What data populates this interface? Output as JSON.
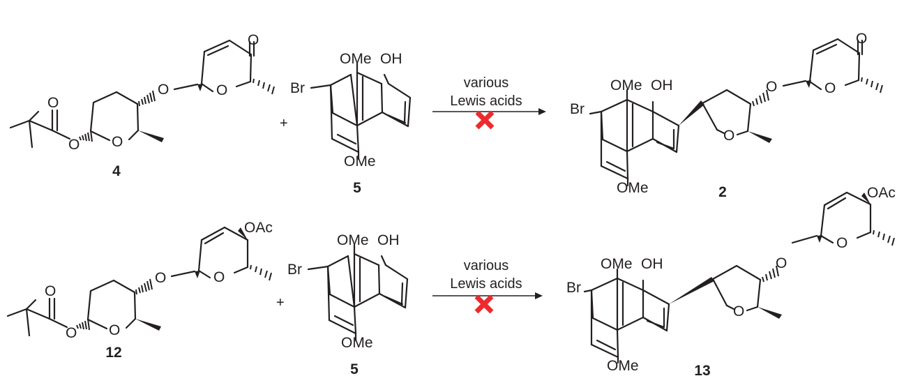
{
  "labels": {
    "O": "O",
    "OMe": "OMe",
    "OH": "OH",
    "Br": "Br",
    "OAc": "OAc",
    "plus": "+"
  },
  "compounds": {
    "c4": "4",
    "c5": "5",
    "c2": "2",
    "c12": "12",
    "c13": "13"
  },
  "conditions": {
    "line1": "various",
    "line2": "Lewis acids"
  },
  "status_color": "#ee2a2e"
}
